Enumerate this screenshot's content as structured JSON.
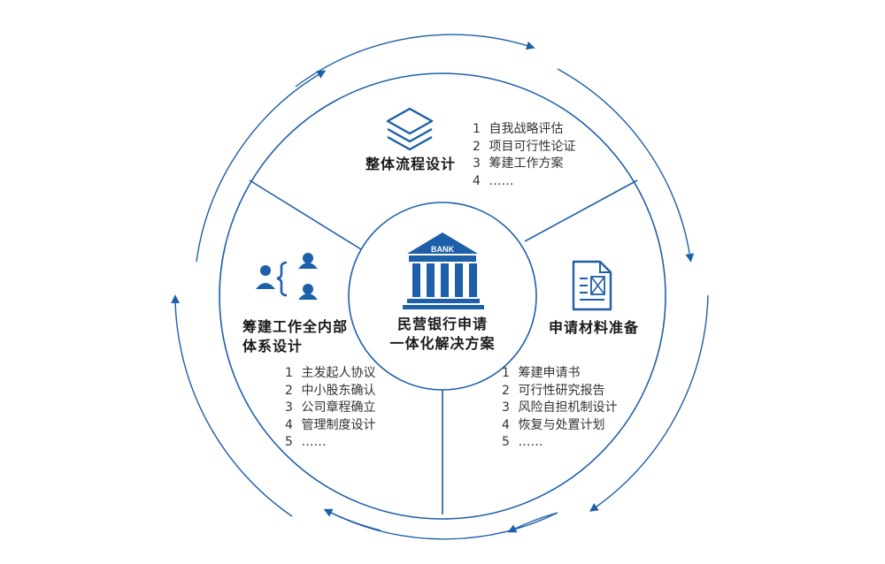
{
  "center": {
    "line1": "民营银行申请",
    "line2": "一体化解决方案",
    "bank_sign": "BANK"
  },
  "top": {
    "title": "整体流程设计",
    "icon": "layers-icon",
    "items": [
      {
        "num": "1",
        "text": "自我战略评估"
      },
      {
        "num": "2",
        "text": "项目可行性论证"
      },
      {
        "num": "3",
        "text": "筹建工作方案"
      },
      {
        "num": "4",
        "text": "……"
      }
    ]
  },
  "right": {
    "title": "申请材料准备",
    "icon": "document-icon",
    "items": [
      {
        "num": "1",
        "text": "筹建申请书"
      },
      {
        "num": "2",
        "text": "可行性研究报告"
      },
      {
        "num": "3",
        "text": "风险自担机制设计"
      },
      {
        "num": "4",
        "text": "恢复与处置计划"
      },
      {
        "num": "5",
        "text": "……"
      }
    ]
  },
  "left": {
    "title_line1": "筹建工作全内部",
    "title_line2": "体系设计",
    "icon": "people-hierarchy-icon",
    "items": [
      {
        "num": "1",
        "text": "主发起人协议"
      },
      {
        "num": "2",
        "text": "中小股东确认"
      },
      {
        "num": "3",
        "text": "公司章程确立"
      },
      {
        "num": "4",
        "text": "管理制度设计"
      },
      {
        "num": "5",
        "text": "……"
      }
    ]
  },
  "colors": {
    "accent": "#1d5fa8",
    "text": "#1a1a1a",
    "body_text": "#333333"
  }
}
